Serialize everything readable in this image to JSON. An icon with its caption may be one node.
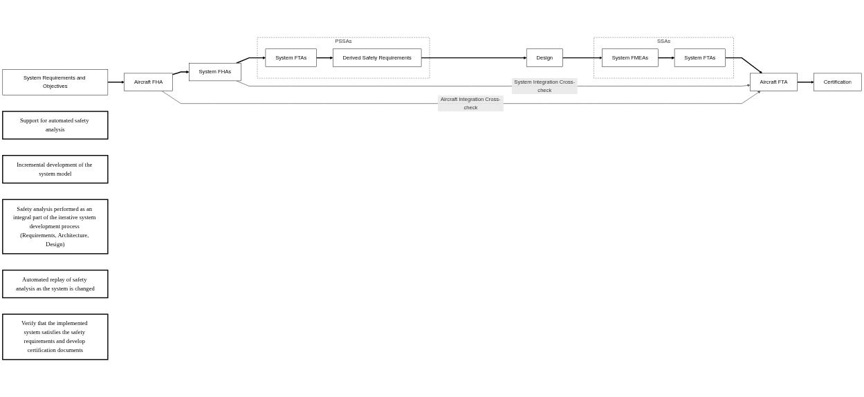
{
  "diagram": {
    "nodes": [
      {
        "text": [
          "System Requirements and Objectives"
        ]
      },
      {
        "text": [
          "Aircraft FHA"
        ]
      },
      {
        "text": [
          "System FHAs"
        ]
      },
      {
        "text": [
          "PSSAs"
        ]
      },
      {
        "text": [
          "System FTAs"
        ],
        "in": 3
      },
      {
        "text": [
          "Derived Safety Requirements"
        ],
        "in": 3
      },
      {
        "text": [
          "Design"
        ]
      },
      {
        "text": [
          "SSAs"
        ]
      },
      {
        "text": [
          "System FMEAs"
        ],
        "in": 7
      },
      {
        "text": [
          "System FTAs"
        ],
        "in": 7
      },
      {
        "text": [
          "Aircraft FTA"
        ]
      },
      {
        "text": [
          "Certification"
        ]
      },
      {
        "text": [
          "Support for automated safety analysis"
        ]
      },
      {
        "text": [
          "Incremental development of the system model"
        ]
      },
      {
        "text": [
          "Safety analysis performed as an integral part of the iterative system development process (Requirements, Architecture, Design)"
        ]
      },
      {
        "text": [
          "Automated replay of safety analysis as the system is changed"
        ]
      },
      {
        "text": [
          "Verify that the implemented system satisfies the safety requirements and develop certification documents"
        ]
      }
    ],
    "edges": [
      {
        "from": 0,
        "to": 1,
        "arrow": "to"
      },
      {
        "from": 1,
        "to": 2,
        "arrow": "to"
      },
      {
        "from": 2,
        "to": 4,
        "arrow": "to"
      },
      {
        "from": 4,
        "to": 5,
        "arrow": "to"
      },
      {
        "from": 5,
        "to": 6,
        "arrow": "to"
      },
      {
        "from": 6,
        "to": 8,
        "arrow": "to"
      },
      {
        "from": 8,
        "to": 9,
        "arrow": "to"
      },
      {
        "from": 9,
        "to": 10,
        "arrow": "to"
      },
      {
        "from": 10,
        "to": 11,
        "arrow": "to"
      },
      {
        "from": 1,
        "to": 10,
        "arrow": "to",
        "label": "Aircraft Integration Cross-check",
        "color": "#595959"
      },
      {
        "from": 2,
        "to": 10,
        "arrow": "to",
        "label": "System Integration Cross-check",
        "color": "#595959"
      }
    ]
  }
}
